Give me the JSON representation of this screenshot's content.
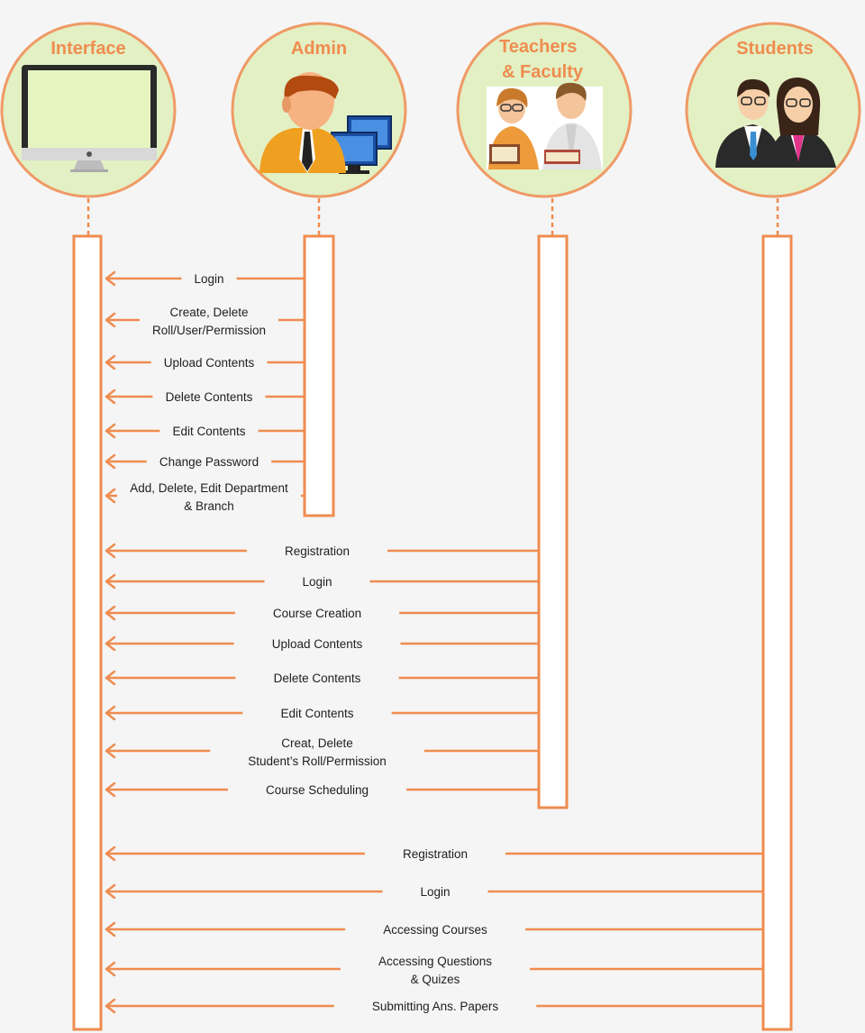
{
  "actors": {
    "interface": {
      "title_lines": [
        "Interface"
      ],
      "icon": "imac-monitor-icon"
    },
    "admin": {
      "title_lines": [
        "Admin"
      ],
      "icon": "admin-at-computer-icon"
    },
    "teachers": {
      "title_lines": [
        "Teachers",
        "& Faculty"
      ],
      "icon": "teachers-with-books-icon"
    },
    "students": {
      "title_lines": [
        "Students"
      ],
      "icon": "students-pair-icon"
    }
  },
  "messages": {
    "admin": [
      {
        "lines": [
          "Login"
        ]
      },
      {
        "lines": [
          "Create, Delete",
          "Roll/User/Permission"
        ]
      },
      {
        "lines": [
          "Upload Contents"
        ]
      },
      {
        "lines": [
          "Delete Contents"
        ]
      },
      {
        "lines": [
          "Edit Contents"
        ]
      },
      {
        "lines": [
          "Change Password"
        ]
      },
      {
        "lines": [
          "Add, Delete, Edit Department",
          "&  Branch"
        ]
      }
    ],
    "teachers": [
      {
        "lines": [
          "Registration"
        ]
      },
      {
        "lines": [
          "Login"
        ]
      },
      {
        "lines": [
          "Course Creation"
        ]
      },
      {
        "lines": [
          "Upload Contents"
        ]
      },
      {
        "lines": [
          "Delete Contents"
        ]
      },
      {
        "lines": [
          "Edit Contents"
        ]
      },
      {
        "lines": [
          "Creat, Delete",
          "Student’s Roll/Permission"
        ]
      },
      {
        "lines": [
          "Course Scheduling"
        ]
      }
    ],
    "students": [
      {
        "lines": [
          "Registration"
        ]
      },
      {
        "lines": [
          "Login"
        ]
      },
      {
        "lines": [
          "Accessing Courses"
        ]
      },
      {
        "lines": [
          "Accessing Questions",
          "& Quizes"
        ]
      },
      {
        "lines": [
          "Submitting Ans. Papers"
        ]
      }
    ]
  },
  "colors": {
    "accent": "#ef8c4f",
    "circle_fill": "#e3f0c4",
    "background": "#f5f5f5",
    "text": "#1e1e1e"
  }
}
